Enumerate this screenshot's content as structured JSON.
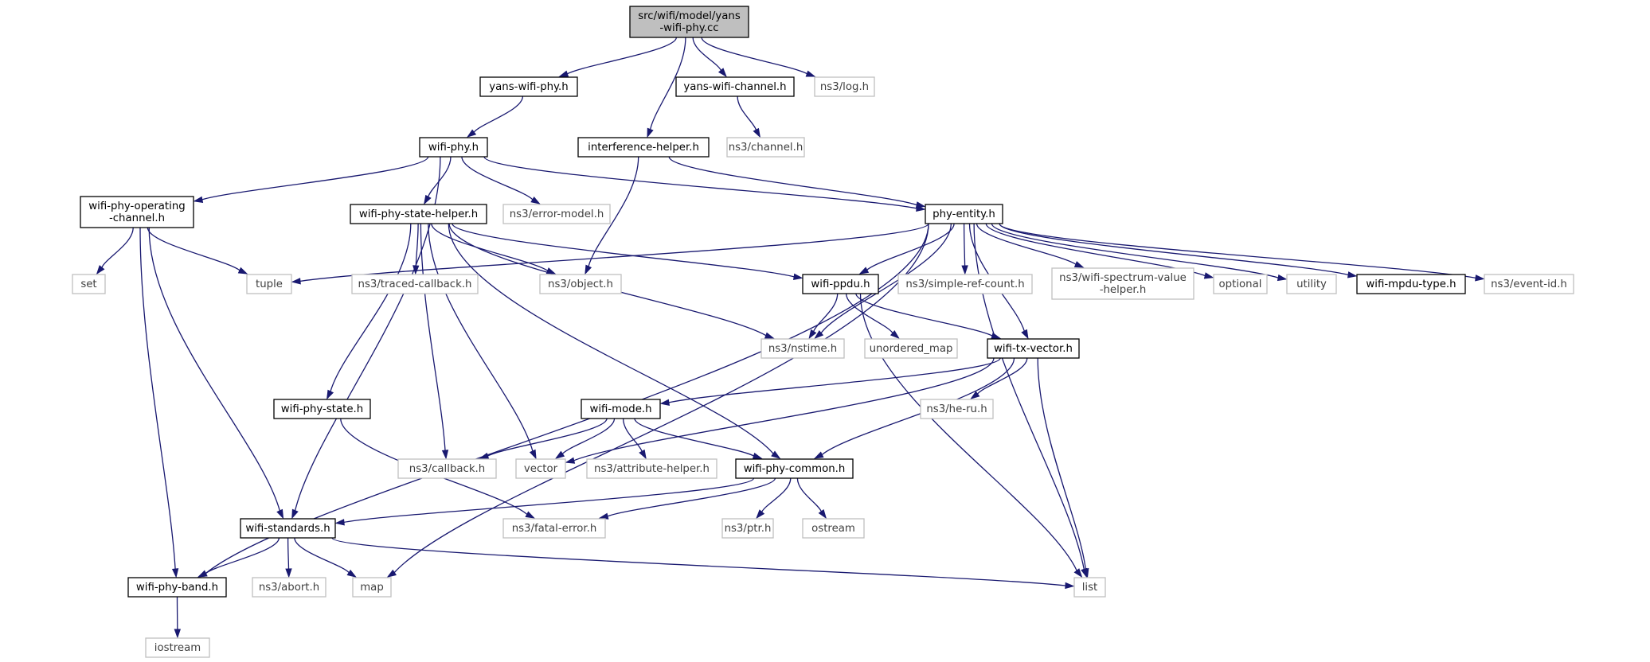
{
  "colors": {
    "edge": "#191970",
    "internal_border": "#000000",
    "external_border": "#bfbfbf",
    "root_fill": "#bfbfbf",
    "external_text": "#3f3f3f"
  },
  "nodes": [
    {
      "id": "root",
      "kind": "root",
      "lines": [
        "src/wifi/model/yans",
        "-wifi-phy.cc"
      ]
    },
    {
      "id": "yans-wifi-phy",
      "kind": "internal",
      "lines": [
        "yans-wifi-phy.h"
      ]
    },
    {
      "id": "yans-wifi-channel",
      "kind": "internal",
      "lines": [
        "yans-wifi-channel.h"
      ]
    },
    {
      "id": "log",
      "kind": "external",
      "lines": [
        "ns3/log.h"
      ]
    },
    {
      "id": "wifi-phy",
      "kind": "internal",
      "lines": [
        "wifi-phy.h"
      ]
    },
    {
      "id": "interference-helper",
      "kind": "internal",
      "lines": [
        "interference-helper.h"
      ]
    },
    {
      "id": "channel",
      "kind": "external",
      "lines": [
        "ns3/channel.h"
      ]
    },
    {
      "id": "wifi-phy-operating-channel",
      "kind": "internal",
      "lines": [
        "wifi-phy-operating",
        "-channel.h"
      ]
    },
    {
      "id": "wifi-phy-state-helper",
      "kind": "internal",
      "lines": [
        "wifi-phy-state-helper.h"
      ]
    },
    {
      "id": "error-model",
      "kind": "external",
      "lines": [
        "ns3/error-model.h"
      ]
    },
    {
      "id": "phy-entity",
      "kind": "internal",
      "lines": [
        "phy-entity.h"
      ]
    },
    {
      "id": "set",
      "kind": "external",
      "lines": [
        "set"
      ]
    },
    {
      "id": "tuple",
      "kind": "external",
      "lines": [
        "tuple"
      ]
    },
    {
      "id": "traced-callback",
      "kind": "external",
      "lines": [
        "ns3/traced-callback.h"
      ]
    },
    {
      "id": "object",
      "kind": "external",
      "lines": [
        "ns3/object.h"
      ]
    },
    {
      "id": "wifi-ppdu",
      "kind": "internal",
      "lines": [
        "wifi-ppdu.h"
      ]
    },
    {
      "id": "simple-ref-count",
      "kind": "external",
      "lines": [
        "ns3/simple-ref-count.h"
      ]
    },
    {
      "id": "wifi-spectrum-value-helper",
      "kind": "external",
      "lines": [
        "ns3/wifi-spectrum-value",
        "-helper.h"
      ]
    },
    {
      "id": "optional",
      "kind": "external",
      "lines": [
        "optional"
      ]
    },
    {
      "id": "utility",
      "kind": "external",
      "lines": [
        "utility"
      ]
    },
    {
      "id": "wifi-mpdu-type",
      "kind": "internal",
      "lines": [
        "wifi-mpdu-type.h"
      ]
    },
    {
      "id": "event-id",
      "kind": "external",
      "lines": [
        "ns3/event-id.h"
      ]
    },
    {
      "id": "nstime",
      "kind": "external",
      "lines": [
        "ns3/nstime.h"
      ]
    },
    {
      "id": "unordered_map",
      "kind": "external",
      "lines": [
        "unordered_map"
      ]
    },
    {
      "id": "wifi-tx-vector",
      "kind": "internal",
      "lines": [
        "wifi-tx-vector.h"
      ]
    },
    {
      "id": "wifi-phy-state",
      "kind": "internal",
      "lines": [
        "wifi-phy-state.h"
      ]
    },
    {
      "id": "wifi-mode",
      "kind": "internal",
      "lines": [
        "wifi-mode.h"
      ]
    },
    {
      "id": "he-ru",
      "kind": "external",
      "lines": [
        "ns3/he-ru.h"
      ]
    },
    {
      "id": "callback",
      "kind": "external",
      "lines": [
        "ns3/callback.h"
      ]
    },
    {
      "id": "vector",
      "kind": "external",
      "lines": [
        "vector"
      ]
    },
    {
      "id": "attribute-helper",
      "kind": "external",
      "lines": [
        "ns3/attribute-helper.h"
      ]
    },
    {
      "id": "wifi-phy-common",
      "kind": "internal",
      "lines": [
        "wifi-phy-common.h"
      ]
    },
    {
      "id": "wifi-standards",
      "kind": "internal",
      "lines": [
        "wifi-standards.h"
      ]
    },
    {
      "id": "fatal-error",
      "kind": "external",
      "lines": [
        "ns3/fatal-error.h"
      ]
    },
    {
      "id": "ptr",
      "kind": "external",
      "lines": [
        "ns3/ptr.h"
      ]
    },
    {
      "id": "ostream",
      "kind": "external",
      "lines": [
        "ostream"
      ]
    },
    {
      "id": "wifi-phy-band",
      "kind": "internal",
      "lines": [
        "wifi-phy-band.h"
      ]
    },
    {
      "id": "abort",
      "kind": "external",
      "lines": [
        "ns3/abort.h"
      ]
    },
    {
      "id": "map",
      "kind": "external",
      "lines": [
        "map"
      ]
    },
    {
      "id": "list",
      "kind": "external",
      "lines": [
        "list"
      ]
    },
    {
      "id": "iostream",
      "kind": "external",
      "lines": [
        "iostream"
      ]
    }
  ],
  "edges": [
    {
      "from": "root",
      "to": "yans-wifi-phy"
    },
    {
      "from": "root",
      "to": "interference-helper"
    },
    {
      "from": "root",
      "to": "yans-wifi-channel"
    },
    {
      "from": "root",
      "to": "log"
    },
    {
      "from": "yans-wifi-phy",
      "to": "wifi-phy"
    },
    {
      "from": "yans-wifi-channel",
      "to": "channel"
    },
    {
      "from": "wifi-phy",
      "to": "wifi-phy-operating-channel"
    },
    {
      "from": "wifi-phy",
      "to": "wifi-phy-state-helper"
    },
    {
      "from": "wifi-phy",
      "to": "error-model"
    },
    {
      "from": "wifi-phy",
      "to": "phy-entity"
    },
    {
      "from": "wifi-phy",
      "to": "wifi-standards"
    },
    {
      "from": "interference-helper",
      "to": "phy-entity"
    },
    {
      "from": "interference-helper",
      "to": "object"
    },
    {
      "from": "wifi-phy-operating-channel",
      "to": "set"
    },
    {
      "from": "wifi-phy-operating-channel",
      "to": "tuple"
    },
    {
      "from": "wifi-phy-operating-channel",
      "to": "wifi-standards"
    },
    {
      "from": "wifi-phy-operating-channel",
      "to": "wifi-phy-band"
    },
    {
      "from": "wifi-phy-state-helper",
      "to": "traced-callback"
    },
    {
      "from": "wifi-phy-state-helper",
      "to": "object"
    },
    {
      "from": "wifi-phy-state-helper",
      "to": "wifi-ppdu"
    },
    {
      "from": "wifi-phy-state-helper",
      "to": "nstime"
    },
    {
      "from": "wifi-phy-state-helper",
      "to": "wifi-phy-state"
    },
    {
      "from": "wifi-phy-state-helper",
      "to": "callback"
    },
    {
      "from": "wifi-phy-state-helper",
      "to": "vector"
    },
    {
      "from": "wifi-phy-state-helper",
      "to": "wifi-phy-common"
    },
    {
      "from": "phy-entity",
      "to": "tuple"
    },
    {
      "from": "phy-entity",
      "to": "wifi-ppdu"
    },
    {
      "from": "phy-entity",
      "to": "simple-ref-count"
    },
    {
      "from": "phy-entity",
      "to": "wifi-spectrum-value-helper"
    },
    {
      "from": "phy-entity",
      "to": "optional"
    },
    {
      "from": "phy-entity",
      "to": "utility"
    },
    {
      "from": "phy-entity",
      "to": "wifi-mpdu-type"
    },
    {
      "from": "phy-entity",
      "to": "event-id"
    },
    {
      "from": "phy-entity",
      "to": "nstime"
    },
    {
      "from": "phy-entity",
      "to": "wifi-tx-vector"
    },
    {
      "from": "phy-entity",
      "to": "map"
    },
    {
      "from": "phy-entity",
      "to": "wifi-phy-band"
    },
    {
      "from": "phy-entity",
      "to": "list"
    },
    {
      "from": "wifi-ppdu",
      "to": "nstime"
    },
    {
      "from": "wifi-ppdu",
      "to": "unordered_map"
    },
    {
      "from": "wifi-ppdu",
      "to": "wifi-tx-vector"
    },
    {
      "from": "wifi-ppdu",
      "to": "list"
    },
    {
      "from": "wifi-tx-vector",
      "to": "wifi-mode"
    },
    {
      "from": "wifi-tx-vector",
      "to": "he-ru"
    },
    {
      "from": "wifi-tx-vector",
      "to": "vector"
    },
    {
      "from": "wifi-tx-vector",
      "to": "wifi-phy-common"
    },
    {
      "from": "wifi-tx-vector",
      "to": "list"
    },
    {
      "from": "wifi-phy-state",
      "to": "fatal-error"
    },
    {
      "from": "wifi-mode",
      "to": "callback"
    },
    {
      "from": "wifi-mode",
      "to": "vector"
    },
    {
      "from": "wifi-mode",
      "to": "attribute-helper"
    },
    {
      "from": "wifi-mode",
      "to": "wifi-phy-common"
    },
    {
      "from": "wifi-phy-common",
      "to": "wifi-standards"
    },
    {
      "from": "wifi-phy-common",
      "to": "fatal-error"
    },
    {
      "from": "wifi-phy-common",
      "to": "ptr"
    },
    {
      "from": "wifi-phy-common",
      "to": "ostream"
    },
    {
      "from": "wifi-standards",
      "to": "wifi-phy-band"
    },
    {
      "from": "wifi-standards",
      "to": "abort"
    },
    {
      "from": "wifi-standards",
      "to": "map"
    },
    {
      "from": "wifi-standards",
      "to": "list"
    },
    {
      "from": "wifi-phy-band",
      "to": "iostream"
    }
  ]
}
